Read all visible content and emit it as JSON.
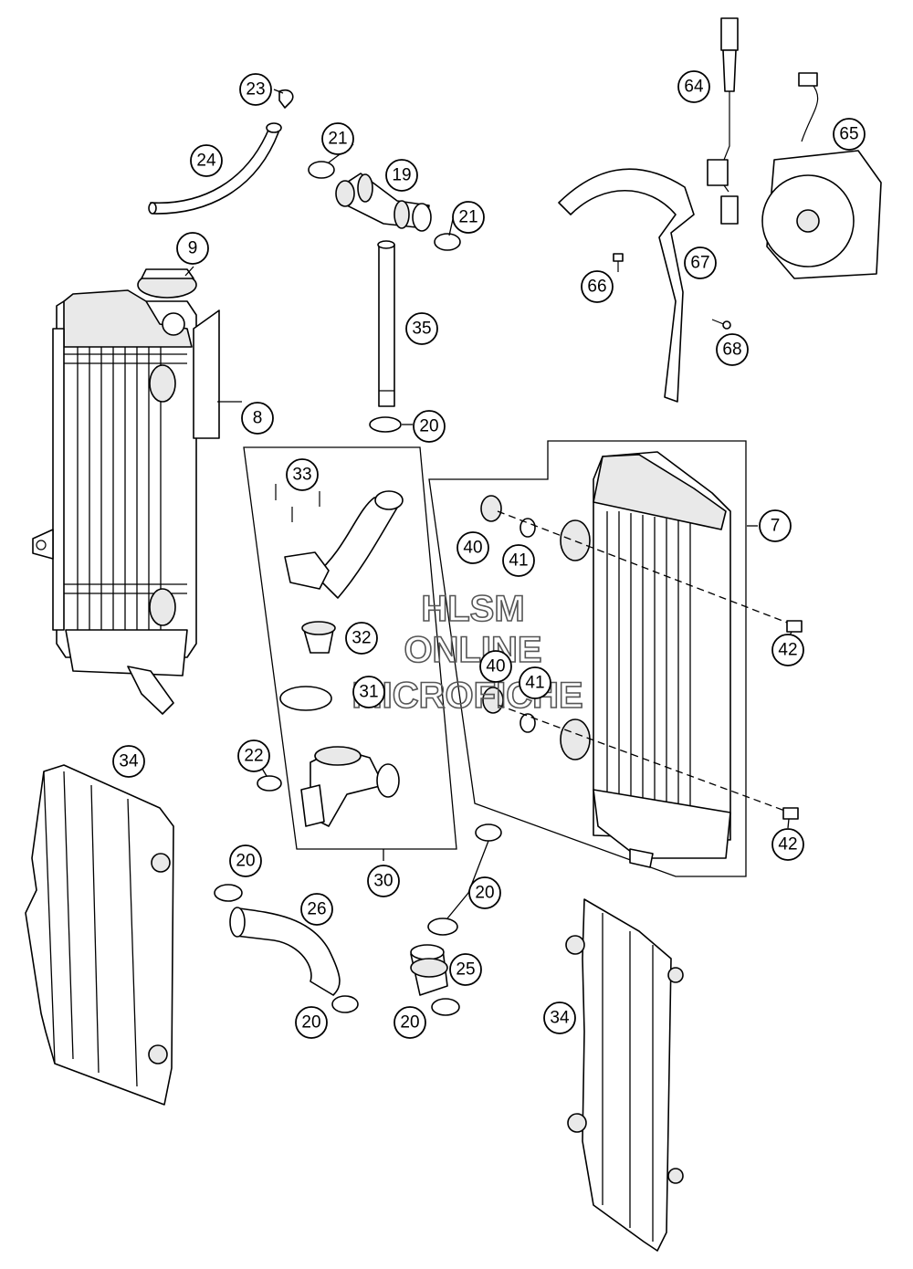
{
  "watermark": {
    "line1": "HLSM",
    "line2": "ONLINE",
    "line3": "MICROFICHE",
    "color": "#555555"
  },
  "callouts": {
    "c23": "23",
    "c24": "24",
    "c21a": "21",
    "c19": "19",
    "c21b": "21",
    "c9": "9",
    "c8": "8",
    "c35": "35",
    "c20a": "20",
    "c64": "64",
    "c65": "65",
    "c67": "67",
    "c66": "66",
    "c68": "68",
    "c7": "7",
    "c33": "33",
    "c40a": "40",
    "c41a": "41",
    "c32": "32",
    "c42a": "42",
    "c40b": "40",
    "c41b": "41",
    "c31": "31",
    "c22": "22",
    "c34a": "34",
    "c42b": "42",
    "c30": "30",
    "c20b": "20",
    "c20c": "20",
    "c26": "26",
    "c25": "25",
    "c20d": "20",
    "c20e": "20",
    "c34b": "34"
  }
}
